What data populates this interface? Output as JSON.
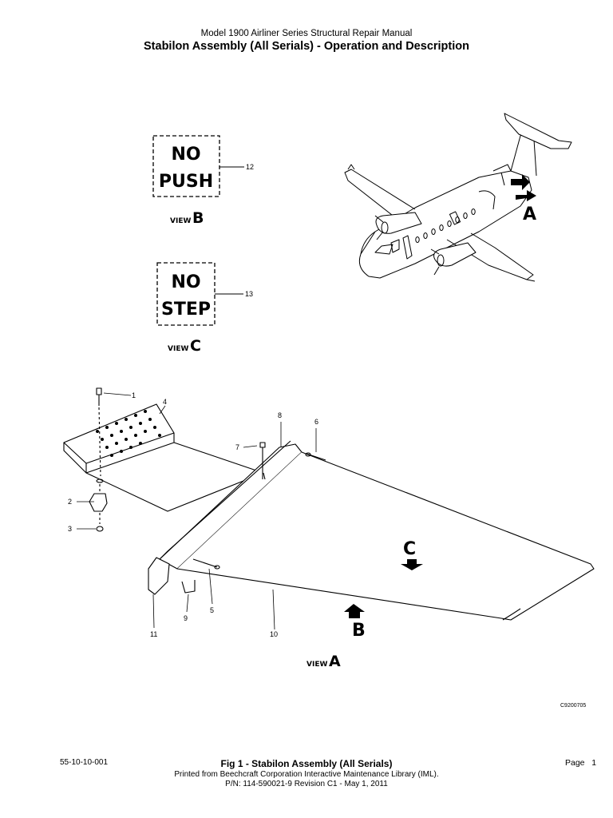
{
  "header": {
    "manual_title": "Model 1900 Airliner Series Structural Repair Manual",
    "section_title": "Stabilon Assembly (All Serials) - Operation and Description"
  },
  "signs": {
    "push": {
      "line1": "NO",
      "line2": "PUSH",
      "callout": "12",
      "view_prefix": "VIEW",
      "view_letter": "B"
    },
    "step": {
      "line1": "NO",
      "line2": "STEP",
      "callout": "13",
      "view_prefix": "VIEW",
      "view_letter": "C"
    }
  },
  "airplane": {
    "view_marker": "A"
  },
  "assembly": {
    "callouts": {
      "c1": "1",
      "c2": "2",
      "c3": "3",
      "c4": "4",
      "c5": "5",
      "c6": "6",
      "c7": "7",
      "c8": "8",
      "c9": "9",
      "c10": "10",
      "c11": "11"
    },
    "marker_c": "C",
    "marker_b": "B",
    "view_prefix": "VIEW",
    "view_letter": "A"
  },
  "illustration_code": "C9200705",
  "footer": {
    "doc_number": "55-10-10-001",
    "figure_caption": "Fig 1 - Stabilon Assembly (All Serials)",
    "printed_from": "Printed from Beechcraft Corporation Interactive Maintenance Library (IML).",
    "part_number": "P/N: 114-590021-9 Revision C1 - May 1, 2011",
    "page_label": "Page",
    "page_number": "1"
  }
}
